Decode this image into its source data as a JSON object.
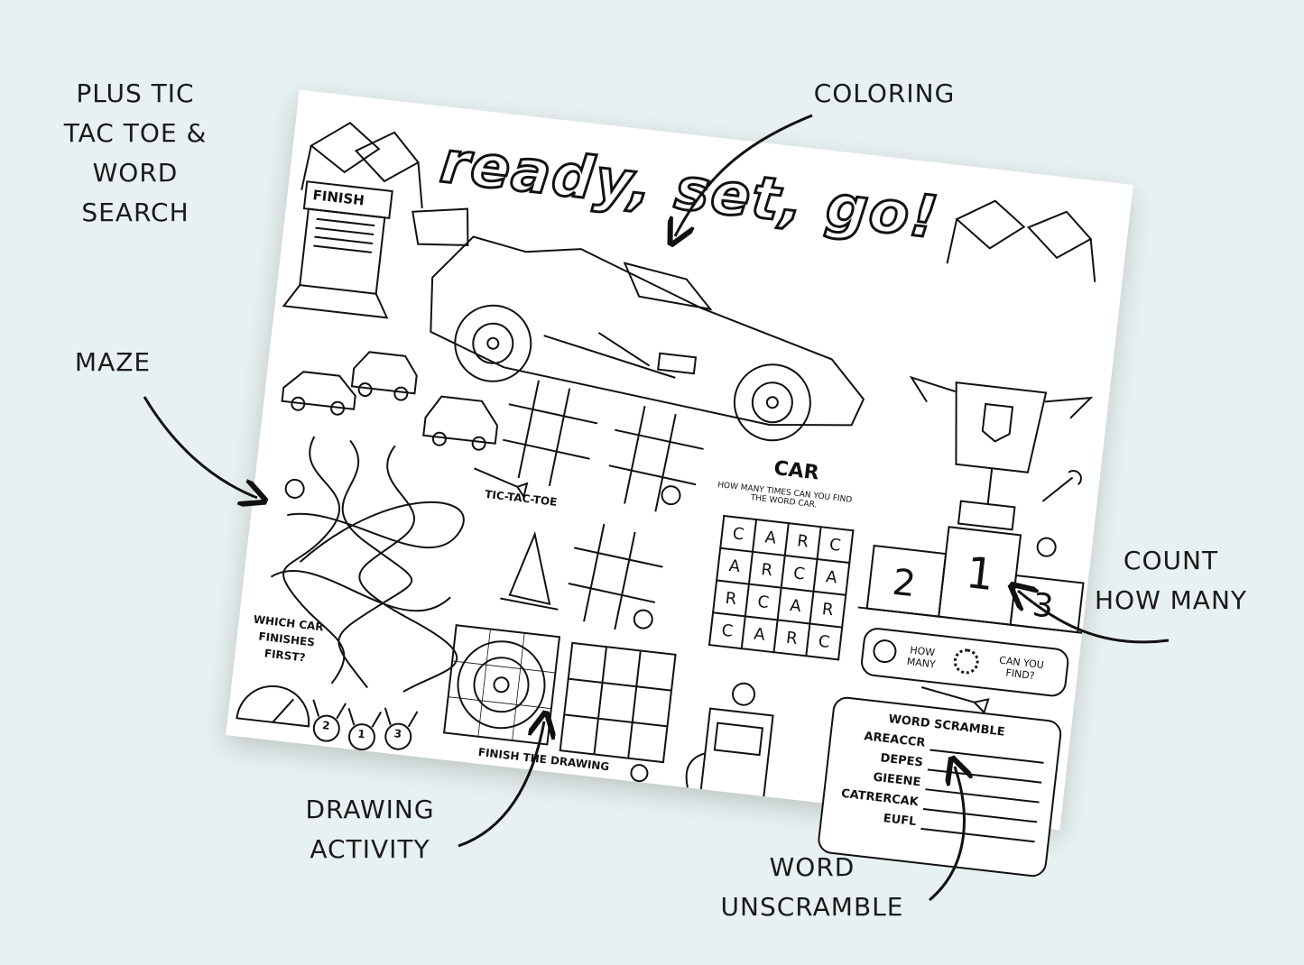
{
  "callouts": {
    "plus": [
      "PLUS TIC",
      "TAC TOE &",
      "WORD",
      "SEARCH"
    ],
    "coloring": [
      "COLORING"
    ],
    "maze": [
      "MAZE"
    ],
    "count": [
      "COUNT",
      "HOW MANY"
    ],
    "drawing": [
      "DRAWING",
      "ACTIVITY"
    ],
    "unscramble": [
      "WORD",
      "UNSCRAMBLE"
    ]
  },
  "sheet": {
    "title": "ready, set, go!",
    "finish_sign": "FINISH",
    "tic_tac_toe": "TIC-TAC-TOE",
    "maze_question": [
      "WHICH CAR",
      "FINISHES",
      "FIRST?"
    ],
    "finish_drawing": "FINISH THE DRAWING",
    "word_search": {
      "title": "CAR",
      "instructions": "HOW MANY TIMES CAN YOU FIND THE WORD CAR.",
      "rows": [
        [
          "C",
          "A",
          "R",
          "C"
        ],
        [
          "A",
          "R",
          "C",
          "A"
        ],
        [
          "R",
          "C",
          "A",
          "R"
        ],
        [
          "C",
          "A",
          "R",
          "C"
        ]
      ]
    },
    "count": {
      "left": "HOW MANY",
      "right": "CAN YOU FIND?"
    },
    "scramble": {
      "title": "WORD SCRAMBLE",
      "words": [
        "AREACCR",
        "DEPES",
        "GIEENE",
        "CATRERCAK",
        "EUFL"
      ]
    },
    "podium": [
      "2",
      "1",
      "3"
    ],
    "medals": [
      "2",
      "1",
      "3"
    ]
  }
}
